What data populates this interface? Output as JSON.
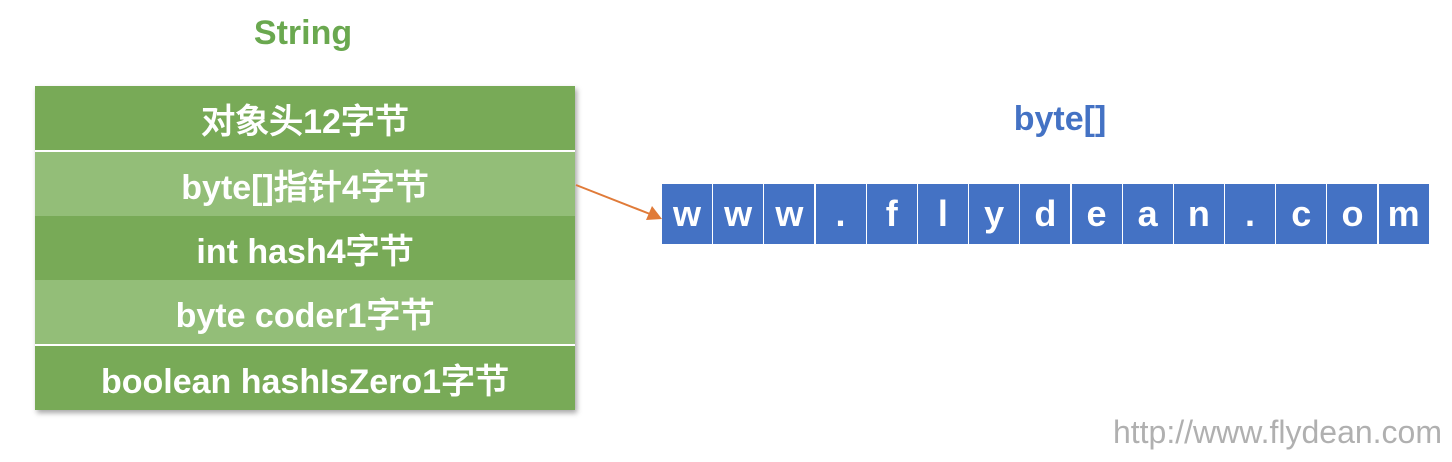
{
  "string_title": "String",
  "string_fields": [
    "对象头12字节",
    "byte[]指针4字节",
    "int hash4字节",
    "byte coder1字节",
    "boolean hashIsZero1字节"
  ],
  "bytes_title": "byte[]",
  "bytes": [
    "w",
    "w",
    "w",
    ".",
    "f",
    "l",
    "y",
    "d",
    "e",
    "a",
    "n",
    ".",
    "c",
    "o",
    "m"
  ],
  "watermark": "http://www.flydean.com",
  "colors": {
    "green_dark": "#78aa57",
    "green_light": "#93be78",
    "green_title": "#6aa84f",
    "blue": "#4472c4",
    "arrow": "#e07b39",
    "watermark": "#b0b0b0"
  }
}
